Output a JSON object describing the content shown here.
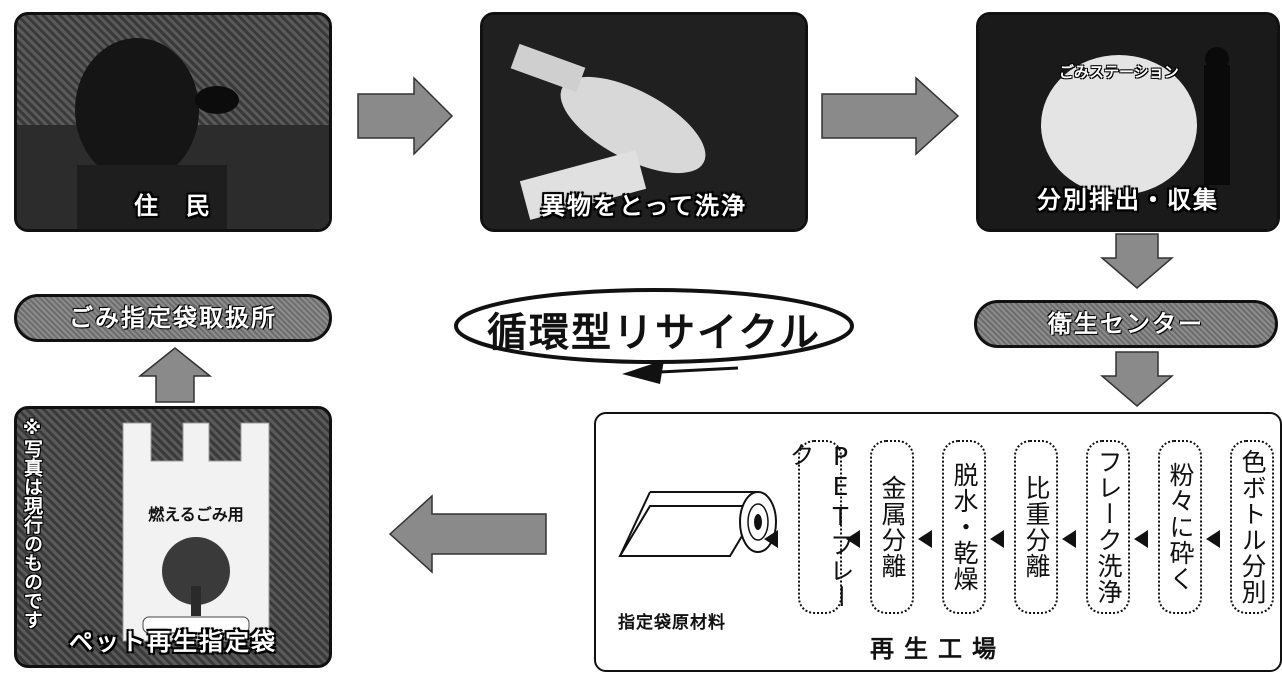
{
  "photos": {
    "residents": "住　民",
    "wash": "異物をとって洗浄",
    "collect": "分別排出・収集",
    "station_sign": "ごみステーション",
    "bag": "ペット再生指定袋",
    "note": "※写真は現行のものです",
    "bag_print": "燃えるごみ用"
  },
  "nodes": {
    "shop": "ごみ指定袋取扱所",
    "center": "衛生センター",
    "cycle_title": "循環型リサイクル"
  },
  "factory": {
    "label": "再生工場",
    "product": "指定袋原材料",
    "steps": [
      "色ボトル分別",
      "粉々に砕く",
      "フレーク洗浄",
      "比重分離",
      "脱水・乾燥",
      "金属分離",
      "PETフレーク"
    ]
  },
  "colors": {
    "arrow_fill": "#8a8a8a",
    "pill_fill": "#7a7a7a",
    "outline": "#111111"
  }
}
